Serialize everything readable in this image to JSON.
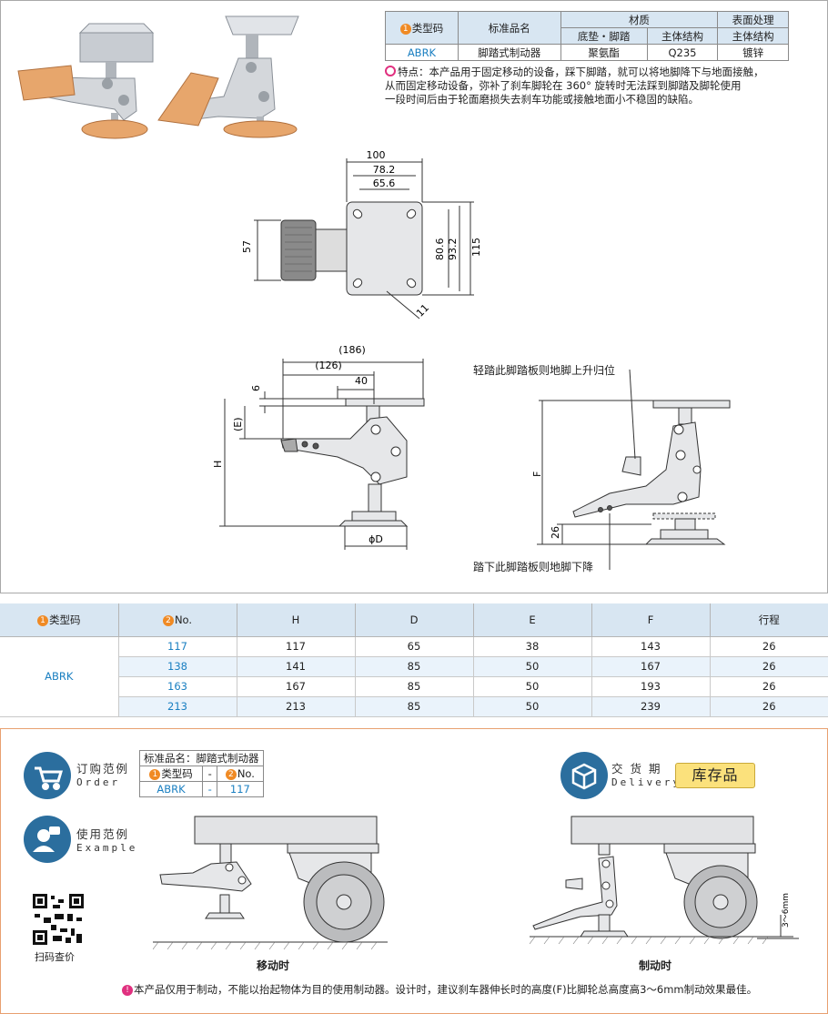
{
  "spec_table": {
    "h_type_code": "类型码",
    "h_std_name": "标准品名",
    "h_material": "材质",
    "h_surface": "表面处理",
    "sub_pad": "底垫・脚踏",
    "sub_body": "主体结构",
    "sub_body2": "主体结构",
    "type_code": "ABRK",
    "std_name": "脚踏式制动器",
    "pad_material": "聚氨酯",
    "body_material": "Q235",
    "surface": "镀锌"
  },
  "feature_note": {
    "line1": "特点：本产品用于固定移动的设备，踩下脚踏，就可以将地脚降下与地面接触，",
    "line2": "从而固定移动设备，弥补了刹车脚轮在 360° 旋转时无法踩到脚踏及脚轮使用",
    "line3": "一段时间后由于轮面磨损失去刹车功能或接触地面小不稳固的缺陷。"
  },
  "drawing": {
    "dims": {
      "d100": "100",
      "d78": "78.2",
      "d65": "65.6",
      "d57": "57",
      "d80": "80.6",
      "d93": "93.2",
      "d115": "115",
      "d11": "11",
      "d186": "(186)",
      "d126": "(126)",
      "d40": "40",
      "d6": "6",
      "dE": "(E)",
      "dH": "H",
      "dD": "ϕD",
      "dF": "F",
      "d26": "26"
    },
    "note_up": "轻踏此脚踏板则地脚上升归位",
    "note_down": "踏下此脚踏板则地脚下降"
  },
  "dim_table": {
    "headers": [
      "类型码",
      "No.",
      "H",
      "D",
      "E",
      "F",
      "行程"
    ],
    "type_code": "ABRK",
    "rows": [
      {
        "no": "117",
        "H": "117",
        "D": "65",
        "E": "38",
        "F": "143",
        "stroke": "26"
      },
      {
        "no": "138",
        "H": "141",
        "D": "85",
        "E": "50",
        "F": "167",
        "stroke": "26"
      },
      {
        "no": "163",
        "H": "167",
        "D": "85",
        "E": "50",
        "F": "193",
        "stroke": "26"
      },
      {
        "no": "213",
        "H": "213",
        "D": "85",
        "E": "50",
        "F": "239",
        "stroke": "26"
      }
    ]
  },
  "order": {
    "label_cn": "订购范例",
    "label_en": "Order",
    "std_name_label": "标准品名：脚踏式制动器",
    "type_code_label": "类型码",
    "no_label": "No.",
    "dash": "-",
    "type_code": "ABRK",
    "no": "117"
  },
  "example": {
    "label_cn": "使用范例",
    "label_en": "Example"
  },
  "qr": {
    "caption": "扫码查价"
  },
  "delivery": {
    "label_cn": "交 货 期",
    "label_en": "Delivery",
    "badge": "库存品"
  },
  "usage": {
    "moving": "移动时",
    "braking": "制动时",
    "gap": "3～6mm"
  },
  "bottom_note": "本产品仅用于制动，不能以抬起物体为目的使用制动器。设计时，建议刹车器伸长时的高度(F)比脚轮总高度高3～6mm制动效果最佳。",
  "colors": {
    "accent_blue": "#1a7fc1",
    "header_bg": "#d8e6f2",
    "badge_orange": "#f08a24",
    "note_pink": "#e0307f",
    "stock_yellow": "#fbe17c"
  }
}
